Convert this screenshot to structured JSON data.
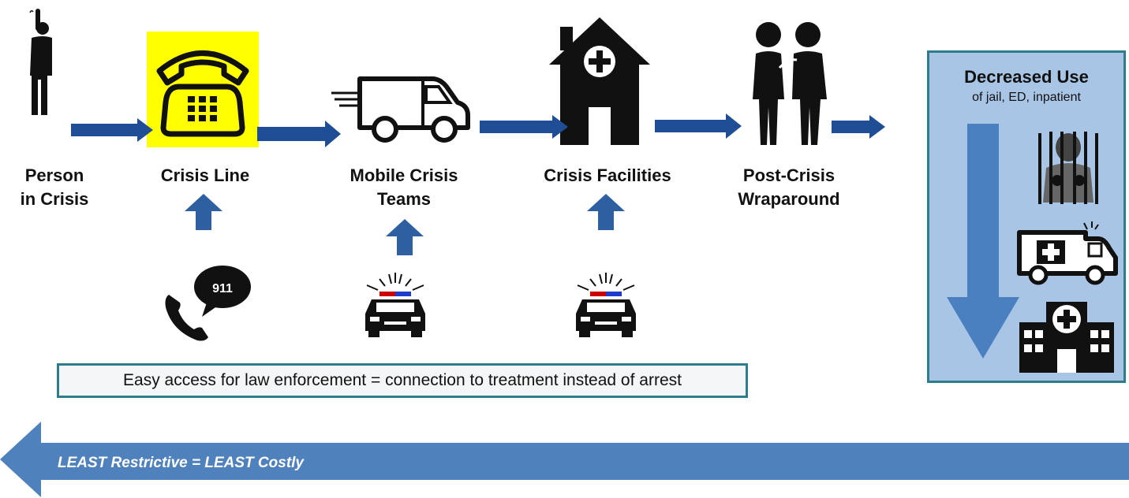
{
  "stages": [
    {
      "label_line1": "Person",
      "label_line2": "in Crisis",
      "icon": "person-raising-hand-icon"
    },
    {
      "label_line1": "Crisis Line",
      "label_line2": "",
      "icon": "telephone-icon"
    },
    {
      "label_line1": "Mobile Crisis",
      "label_line2": "Teams",
      "icon": "van-icon"
    },
    {
      "label_line1": "Crisis Facilities",
      "label_line2": "",
      "icon": "house-medical-icon"
    },
    {
      "label_line1": "Post-Crisis",
      "label_line2": "Wraparound",
      "icon": "supporting-people-icon"
    }
  ],
  "entry_points": [
    {
      "icon": "phone-911-icon",
      "text": "911"
    },
    {
      "icon": "police-car-icon"
    },
    {
      "icon": "police-car-icon"
    }
  ],
  "access_note": "Easy access for law enforcement = connection to treatment instead of arrest",
  "outcome": {
    "title": "Decreased Use",
    "subtitle": "of jail, ED, inpatient",
    "icons": [
      "jail-icon",
      "ambulance-icon",
      "hospital-icon"
    ]
  },
  "banner": {
    "text": "LEAST Restrictive = LEAST Costly"
  },
  "colors": {
    "flow_arrow": "#1f4e96",
    "up_arrow": "#2e5fa0",
    "panel_fill": "#a9c5e6",
    "panel_border": "#2f7d8a",
    "banner_fill": "#4f81bd",
    "crisis_line_highlight": "#ffff00"
  }
}
